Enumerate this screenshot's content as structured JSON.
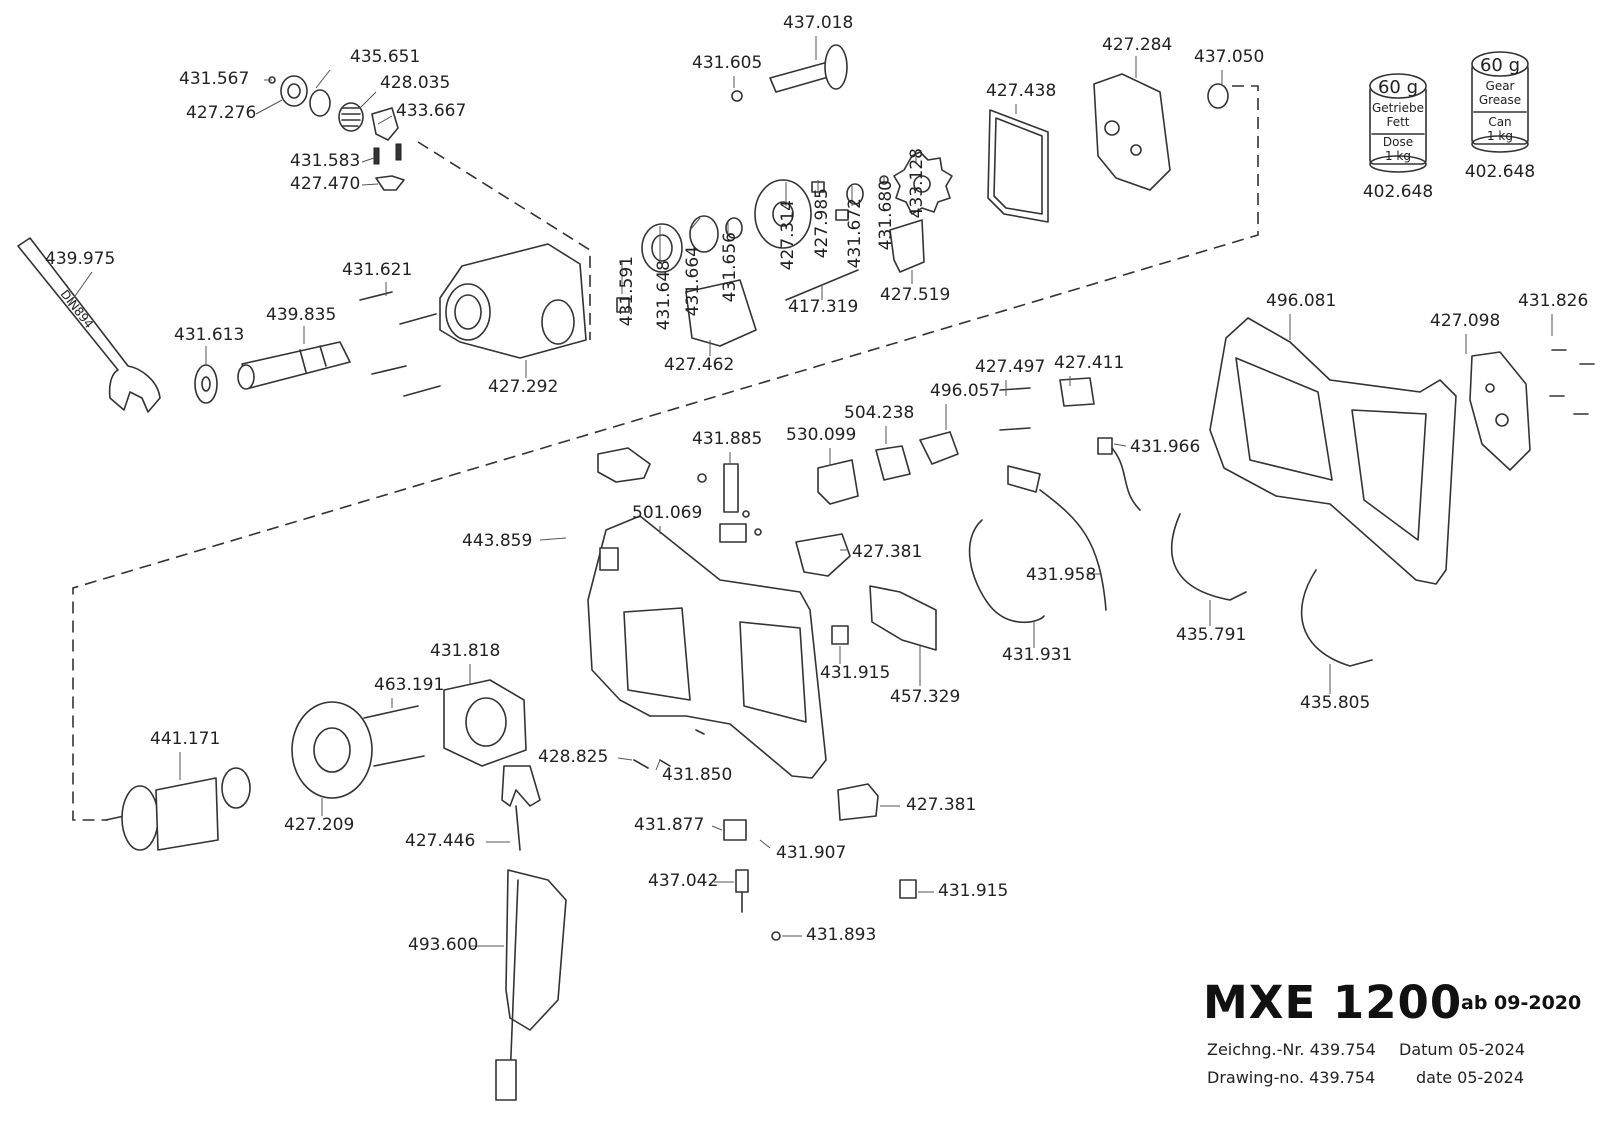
{
  "title": {
    "model": "MXE 1200",
    "from_date": "ab 09-2020"
  },
  "footer": {
    "drawing_no_de": "Zeichng.-Nr. 439.754",
    "date_de": "Datum 05-2024",
    "drawing_no_en": "Drawing-no. 439.754",
    "date_en": "date 05-2024"
  },
  "grease_cans": {
    "de": {
      "weight": "60 g",
      "line1": "Getriebe",
      "line2": "Fett",
      "line3": "Dose",
      "line4": "1 kg",
      "part_no": "402.648"
    },
    "en": {
      "weight": "60 g",
      "line1": "Gear",
      "line2": "Grease",
      "line3": "Can",
      "line4": "1 kg",
      "part_no": "402.648"
    }
  },
  "parts": [
    "431.567",
    "435.651",
    "428.035",
    "427.276",
    "433.667",
    "431.583",
    "427.470",
    "439.975",
    "431.621",
    "439.835",
    "431.613",
    "427.292",
    "437.018",
    "431.605",
    "431.591",
    "431.648",
    "431.664",
    "431.656",
    "427.314",
    "427.985",
    "431.672",
    "431.680",
    "433.128",
    "427.462",
    "417.319",
    "427.519",
    "427.438",
    "427.284",
    "437.050",
    "496.081",
    "427.098",
    "431.826",
    "427.497",
    "427.411",
    "496.057",
    "504.238",
    "530.099",
    "431.885",
    "431.966",
    "443.859",
    "501.069",
    "427.381",
    "431.958",
    "431.931",
    "435.791",
    "435.805",
    "431.915",
    "457.329",
    "431.818",
    "463.191",
    "441.171",
    "427.209",
    "428.825",
    "431.850",
    "427.446",
    "431.877",
    "431.907",
    "427.381",
    "437.042",
    "431.915",
    "431.893",
    "493.600"
  ]
}
